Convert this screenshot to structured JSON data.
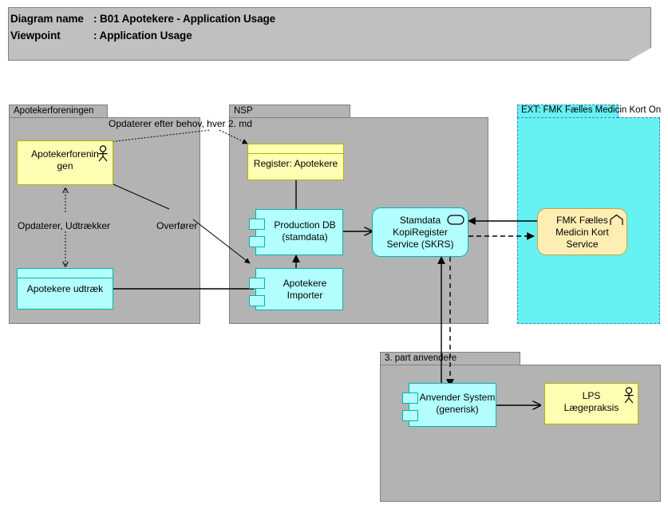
{
  "title": {
    "line1_key": "Diagram name",
    "line1_value": ": B01 Apotekere - Application Usage",
    "line2_key": "Viewpoint",
    "line2_value": ": Application Usage"
  },
  "groups": [
    {
      "id": "apotekerforeningen",
      "label": "Apotekerforeningen"
    },
    {
      "id": "nsp",
      "label": "NSP"
    },
    {
      "id": "ext",
      "label": "EXT: FMK Fælles Medicin Kort On"
    },
    {
      "id": "tredjepart",
      "label": "3. part anvendere"
    }
  ],
  "elements": [
    {
      "id": "apotekerforeningen-actor",
      "label": "Apotekerforenin\ngen",
      "type": "business-actor",
      "icon": "actor-icon"
    },
    {
      "id": "apotekere-udtraek",
      "label": "Apotekere udtræk",
      "type": "data-object-cyan",
      "icon": ""
    },
    {
      "id": "register-apotekere",
      "label": "Register: Apotekere",
      "type": "data-object-yellow",
      "icon": ""
    },
    {
      "id": "production-db",
      "label": "Production DB\n(stamdata)",
      "type": "application-component",
      "icon": "component-icon"
    },
    {
      "id": "apotekere-importer",
      "label": "Apotekere\nImporter",
      "type": "application-component",
      "icon": "component-icon"
    },
    {
      "id": "skrs-service",
      "label": "Stamdata\nKopiRegister\nService (SKRS)",
      "type": "application-service",
      "icon": "oval-icon"
    },
    {
      "id": "fmk-service",
      "label": "FMK Fælles\nMedicin Kort\nService",
      "type": "application-service-external",
      "icon": "chevron-up-icon"
    },
    {
      "id": "anvender-system",
      "label": "Anvender System\n(generisk)",
      "type": "application-component",
      "icon": "component-icon"
    },
    {
      "id": "lps-laegepraksis",
      "label": "LPS\nLægepraksis",
      "type": "business-actor",
      "icon": "actor-icon"
    }
  ],
  "connector_labels": [
    {
      "id": "opdaterer-efter-behov",
      "text": "Opdaterer efter behov, hver 2. md"
    },
    {
      "id": "opdaterer-udtraekker",
      "text": "Opdaterer, Udtrækker"
    },
    {
      "id": "overfoerer",
      "text": "Overfører"
    }
  ],
  "colors": {
    "canvas": "#ffffff",
    "banner_fill": "#c0c0c0",
    "group_fill": "#b3b3b3",
    "group_tab_fill": "#b3b3b3",
    "ext_group_fill": "#66f2f2",
    "ext_group_border": "#3a7fc2",
    "yellow_fill": "#ffffb3",
    "yellow_border": "#b3b300",
    "cyan_fill": "#b3ffff",
    "cyan_border": "#00b3b3",
    "ext_service_fill": "#ffeeb3",
    "ext_service_border": "#c8a33c",
    "line": "#000000"
  }
}
